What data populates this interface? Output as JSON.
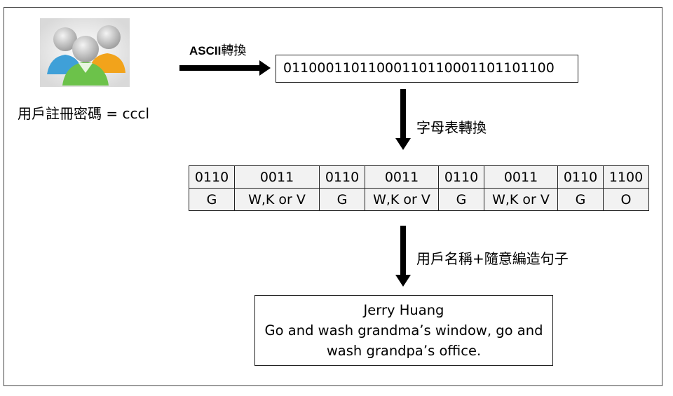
{
  "user_icon": {
    "icon": "user-group-icon"
  },
  "password_label": "用戶註冊密碼 = cccl",
  "ascii_step": {
    "latin": "ASCII",
    "cjk": "轉換"
  },
  "binary_string": "01100011011000110110001101101100",
  "alphabet_step": "字母表轉換",
  "mapping_table": {
    "bits": [
      "0110",
      "0011",
      "0110",
      "0011",
      "0110",
      "0011",
      "0110",
      "1100"
    ],
    "letters": [
      "G",
      "W,K or V",
      "G",
      "W,K or V",
      "G",
      "W,K or V",
      "G",
      "O"
    ]
  },
  "compose_step": "用戶名稱+隨意編造句子",
  "sentence_box": {
    "name": "Jerry Huang",
    "line1": "Go and wash grandma’s window, go and",
    "line2": "wash grandpa’s office."
  }
}
